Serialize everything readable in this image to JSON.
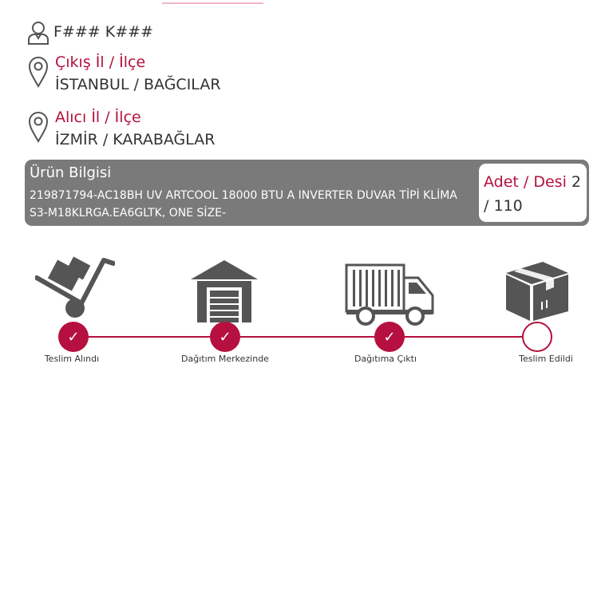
{
  "sender": {
    "name": "F### K###",
    "icon": "user-icon"
  },
  "origin": {
    "label": "Çıkış İl / İlçe",
    "value": "İSTANBUL / BAĞCILAR",
    "icon": "map-pin-icon"
  },
  "destination": {
    "label": "Alıcı İl / İlçe",
    "value": "İZMİR / KARABAĞLAR",
    "icon": "map-pin-icon"
  },
  "product": {
    "title": "Ürün Bilgisi",
    "description": "219871794-AC18BH UV ARTCOOL 18000 BTU A INVERTER DUVAR TİPİ KLİMA S3-M18KLRGA.EA6GLTK, ONE SİZE-",
    "adet_desi_label": "Adet / Desi",
    "adet": "2",
    "desi": "/ 110"
  },
  "tracking": {
    "check_glyph": "✓",
    "stages": [
      {
        "label": "Teslim Alındı",
        "completed": true,
        "icon": "hand-truck-icon"
      },
      {
        "label": "Dağıtım Merkezinde",
        "completed": true,
        "icon": "warehouse-icon"
      },
      {
        "label": "Dağıtıma Çıktı",
        "completed": true,
        "icon": "delivery-truck-icon"
      },
      {
        "label": "Teslim Edildi",
        "completed": false,
        "icon": "package-box-icon"
      }
    ]
  },
  "colors": {
    "accent": "#b5103f",
    "box_gray": "#7a7a7a",
    "icon_gray": "#555555",
    "text": "#333333"
  }
}
